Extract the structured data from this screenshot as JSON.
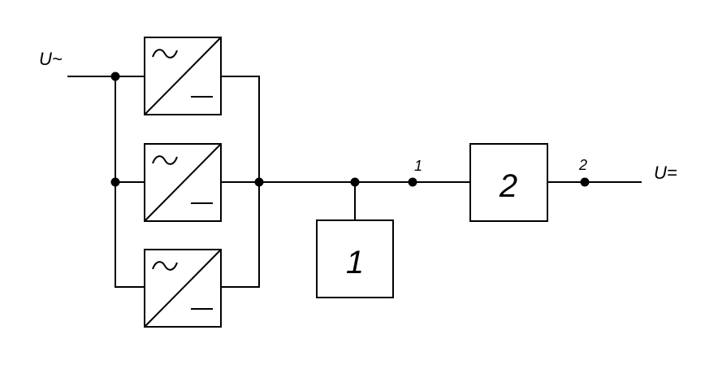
{
  "diagram": {
    "input_label": "U~",
    "output_label": "U=",
    "block1_label": "1",
    "block2_label": "2",
    "point1_label": "1",
    "point2_label": "2",
    "converter_count": 3,
    "converter_icon": "ac-dc-converter-icon"
  }
}
